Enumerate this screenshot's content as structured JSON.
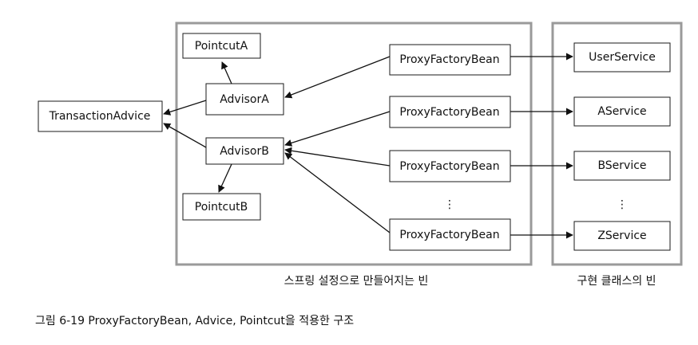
{
  "nodes": {
    "transaction_advice": "TransactionAdvice",
    "pointcut_a": "PointcutA",
    "advisor_a": "AdvisorA",
    "advisor_b": "AdvisorB",
    "pointcut_b": "PointcutB",
    "proxy_factory_bean_1": "ProxyFactoryBean",
    "proxy_factory_bean_2": "ProxyFactoryBean",
    "proxy_factory_bean_3": "ProxyFactoryBean",
    "proxy_factory_bean_4": "ProxyFactoryBean",
    "user_service": "UserService",
    "a_service": "AService",
    "b_service": "BService",
    "z_service": "ZService"
  },
  "ellipsis": "⋮",
  "groups": {
    "spring_config_label": "스프링 설정으로 만들어지는 빈",
    "impl_classes_label": "구현 클래스의 빈"
  },
  "caption": "그림 6-19 ProxyFactoryBean, Advice, Pointcut을 적용한 구조"
}
